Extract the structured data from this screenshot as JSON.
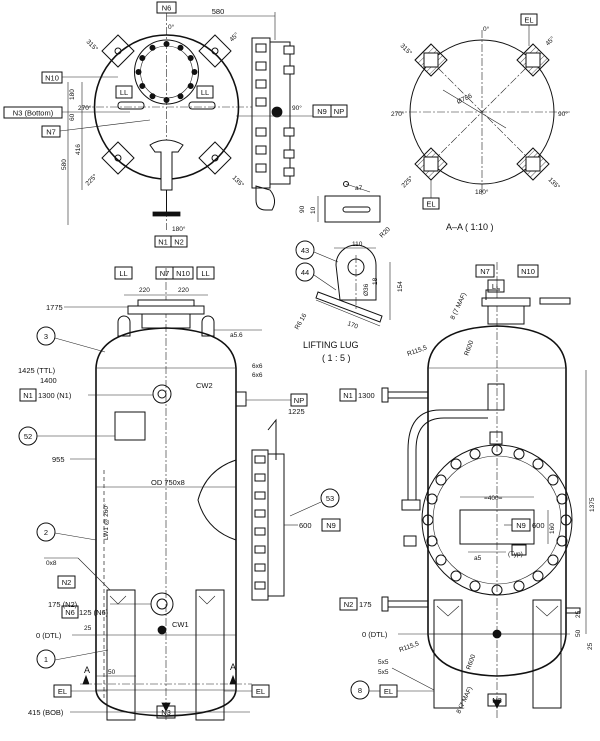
{
  "top_view": {
    "n6": "N6",
    "dim_580": "580",
    "angle_0": "0°",
    "angle_315": "315°",
    "angle_45": "45°",
    "angle_270": "270°",
    "angle_90": "90°",
    "angle_225": "225°",
    "angle_135": "135°",
    "angle_180": "180°",
    "n10": "N10",
    "n3_bottom": "N3 (Bottom)",
    "n7": "N7",
    "ll_left": "LL",
    "ll_right": "LL",
    "dim_180": "180",
    "dim_60": "60",
    "dim_416": "416",
    "dim_580v": "580",
    "n1": "N1",
    "n2": "N2",
    "n9": "N9",
    "np": "NP"
  },
  "section_aa": {
    "angle_0": "0°",
    "angle_315": "315°",
    "angle_45": "45°",
    "angle_270": "270°",
    "angle_90": "90°",
    "angle_225": "225°",
    "angle_135": "135°",
    "angle_180": "180°",
    "dia": "Ø786",
    "el_top": "EL",
    "el_bottom": "EL",
    "caption": "A–A ( 1:10 )"
  },
  "lifting_lug": {
    "a7": "a7",
    "dim_90": "90",
    "dim_10": "10",
    "r20": "R20",
    "dim_110": "110",
    "ref_43": "43",
    "ref_44": "44",
    "dim_154": "154",
    "dia_36": "Ø36",
    "dim_18": "18",
    "dim_170": "170",
    "r6_16": "R6 16",
    "caption_1": "LIFTING LUG",
    "caption_2": "( 1 : 5 )"
  },
  "front_view": {
    "ll_left": "LL",
    "n7": "N7",
    "n10": "N10",
    "ll_right": "LL",
    "dim_220a": "220",
    "dim_220b": "220",
    "el_1775": "1775",
    "ref_3": "3",
    "a5_6": "a5.6",
    "el_1425": "1425 (TTL)",
    "el_1400": "1400",
    "cw2": "CW2",
    "weld_6x6a": "6x6",
    "weld_6x6b": "6x6",
    "n1": "N1",
    "el_1300": "1300 (N1)",
    "np": "NP",
    "el_1225": "1225",
    "ref_52": "52",
    "el_955": "955",
    "od": "OD 750x8",
    "ref_53": "53",
    "lw1": "LW1 @ 260°",
    "ref_2": "2",
    "n9": "N9",
    "el_600": "600",
    "weld_0x8": "0x8",
    "n2": "N2",
    "el_175": "175 (N2)",
    "n6": "N6",
    "el_125": "125 (N6)",
    "el_25": "25",
    "cw1": "CW1",
    "el_0": "0 (DTL)",
    "ref_1": "1",
    "sec_a_left": "A",
    "sec_a_right": "A",
    "dim_50": "50",
    "el_left": "EL",
    "el_right": "EL",
    "el_415": "415 (BOB)",
    "n3": "N3"
  },
  "side_view": {
    "n7": "N7",
    "n10": "N10",
    "ll": "LL",
    "weld_top": "8 (7 MAF)",
    "r600_top": "R600",
    "r115_top": "R115,5",
    "n1": "N1",
    "el_1300": "1300",
    "dim_1375": "1375",
    "dim_400": "=400=",
    "dim_160": "160",
    "n9": "N9",
    "el_600": "600",
    "a5": "a5",
    "typ": "(Typ)",
    "n2": "N2",
    "el_175": "175",
    "dim_25a": "25",
    "dim_50": "50",
    "dim_25b": "25",
    "el_0": "0 (DTL)",
    "r115_bot": "R115,5",
    "r600_bot": "R600",
    "weld_5x5a": "5x5",
    "weld_5x5b": "5x5",
    "weld_bot": "8 (7 MAF)",
    "ref_8": "8",
    "el": "EL",
    "n3": "N3"
  }
}
